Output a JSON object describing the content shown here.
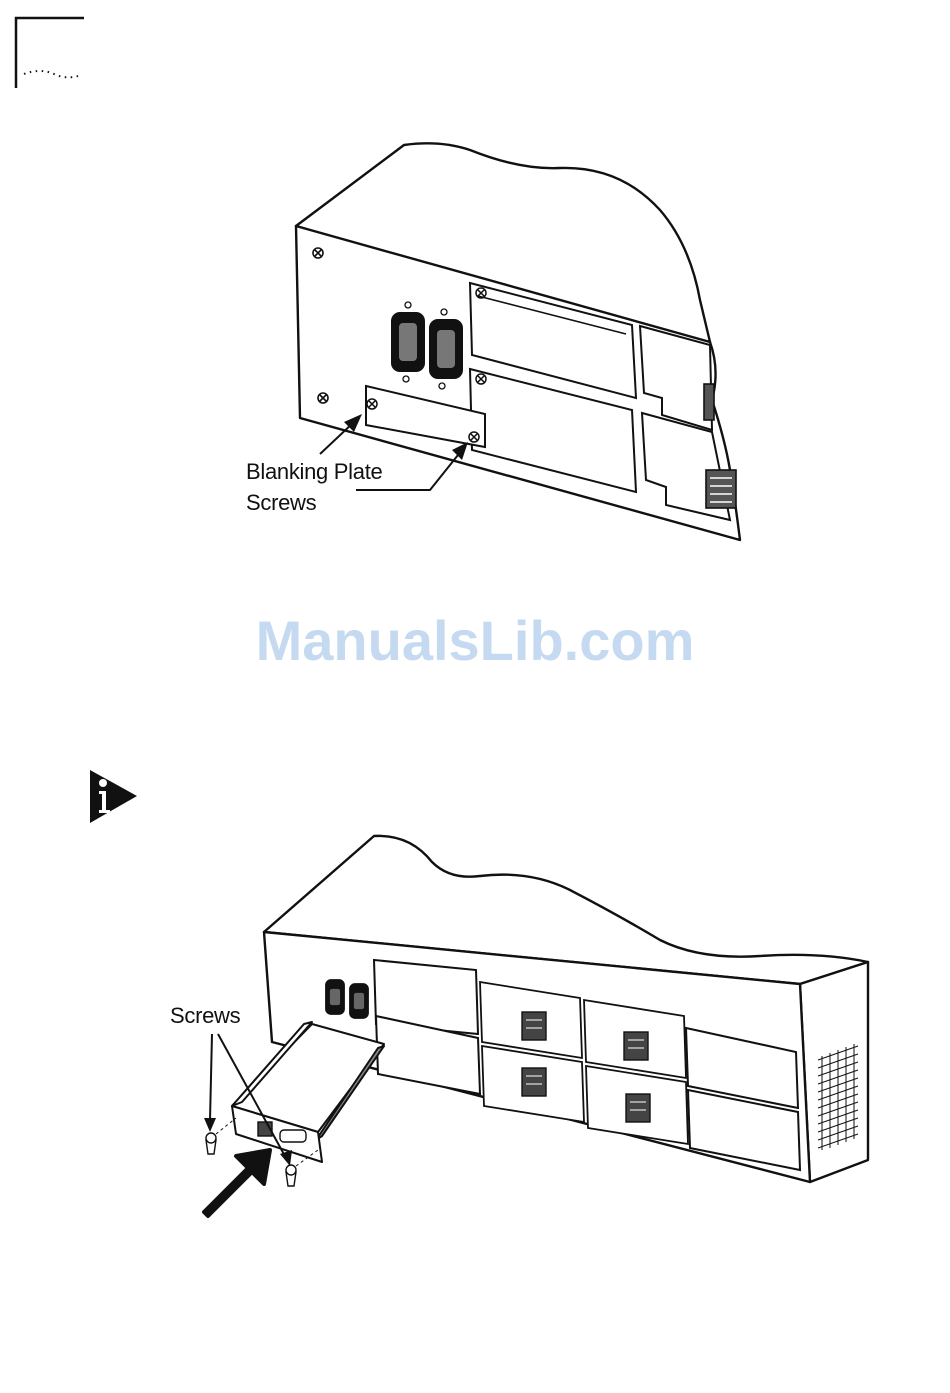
{
  "figure1": {
    "label_line1": "Blanking Plate",
    "label_line2": "Screws"
  },
  "watermark": "ManualsLib.com",
  "note": {
    "icon": "info-note-icon"
  },
  "figure2": {
    "label": "Screws"
  },
  "colors": {
    "ink": "#111111",
    "watermark": "#c5daf0"
  }
}
